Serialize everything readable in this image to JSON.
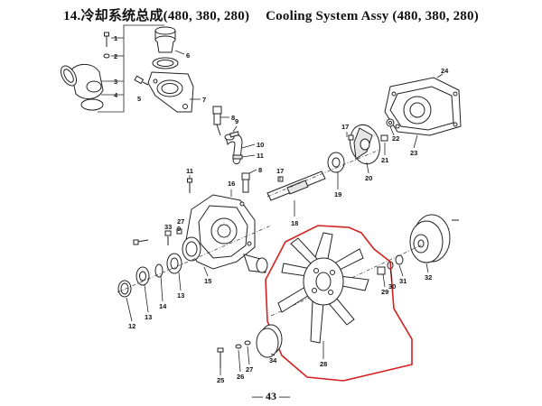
{
  "title": {
    "cn": "14.冷却系统总成(480, 380, 280)",
    "en": "Cooling System Assy (480, 380,  280)"
  },
  "page_number": "— 43 —",
  "highlight_color": "#d42020",
  "labels": [
    "1",
    "2",
    "3",
    "4",
    "5",
    "6",
    "7",
    "8",
    "9",
    "10",
    "11",
    "8",
    "24",
    "17",
    "22",
    "23",
    "21",
    "20",
    "19",
    "11",
    "17",
    "18",
    "16",
    "27",
    "33",
    "9",
    "15",
    "14",
    "13",
    "13",
    "12",
    "28",
    "29",
    "30",
    "31",
    "32",
    "34",
    "27",
    "26",
    "25"
  ]
}
